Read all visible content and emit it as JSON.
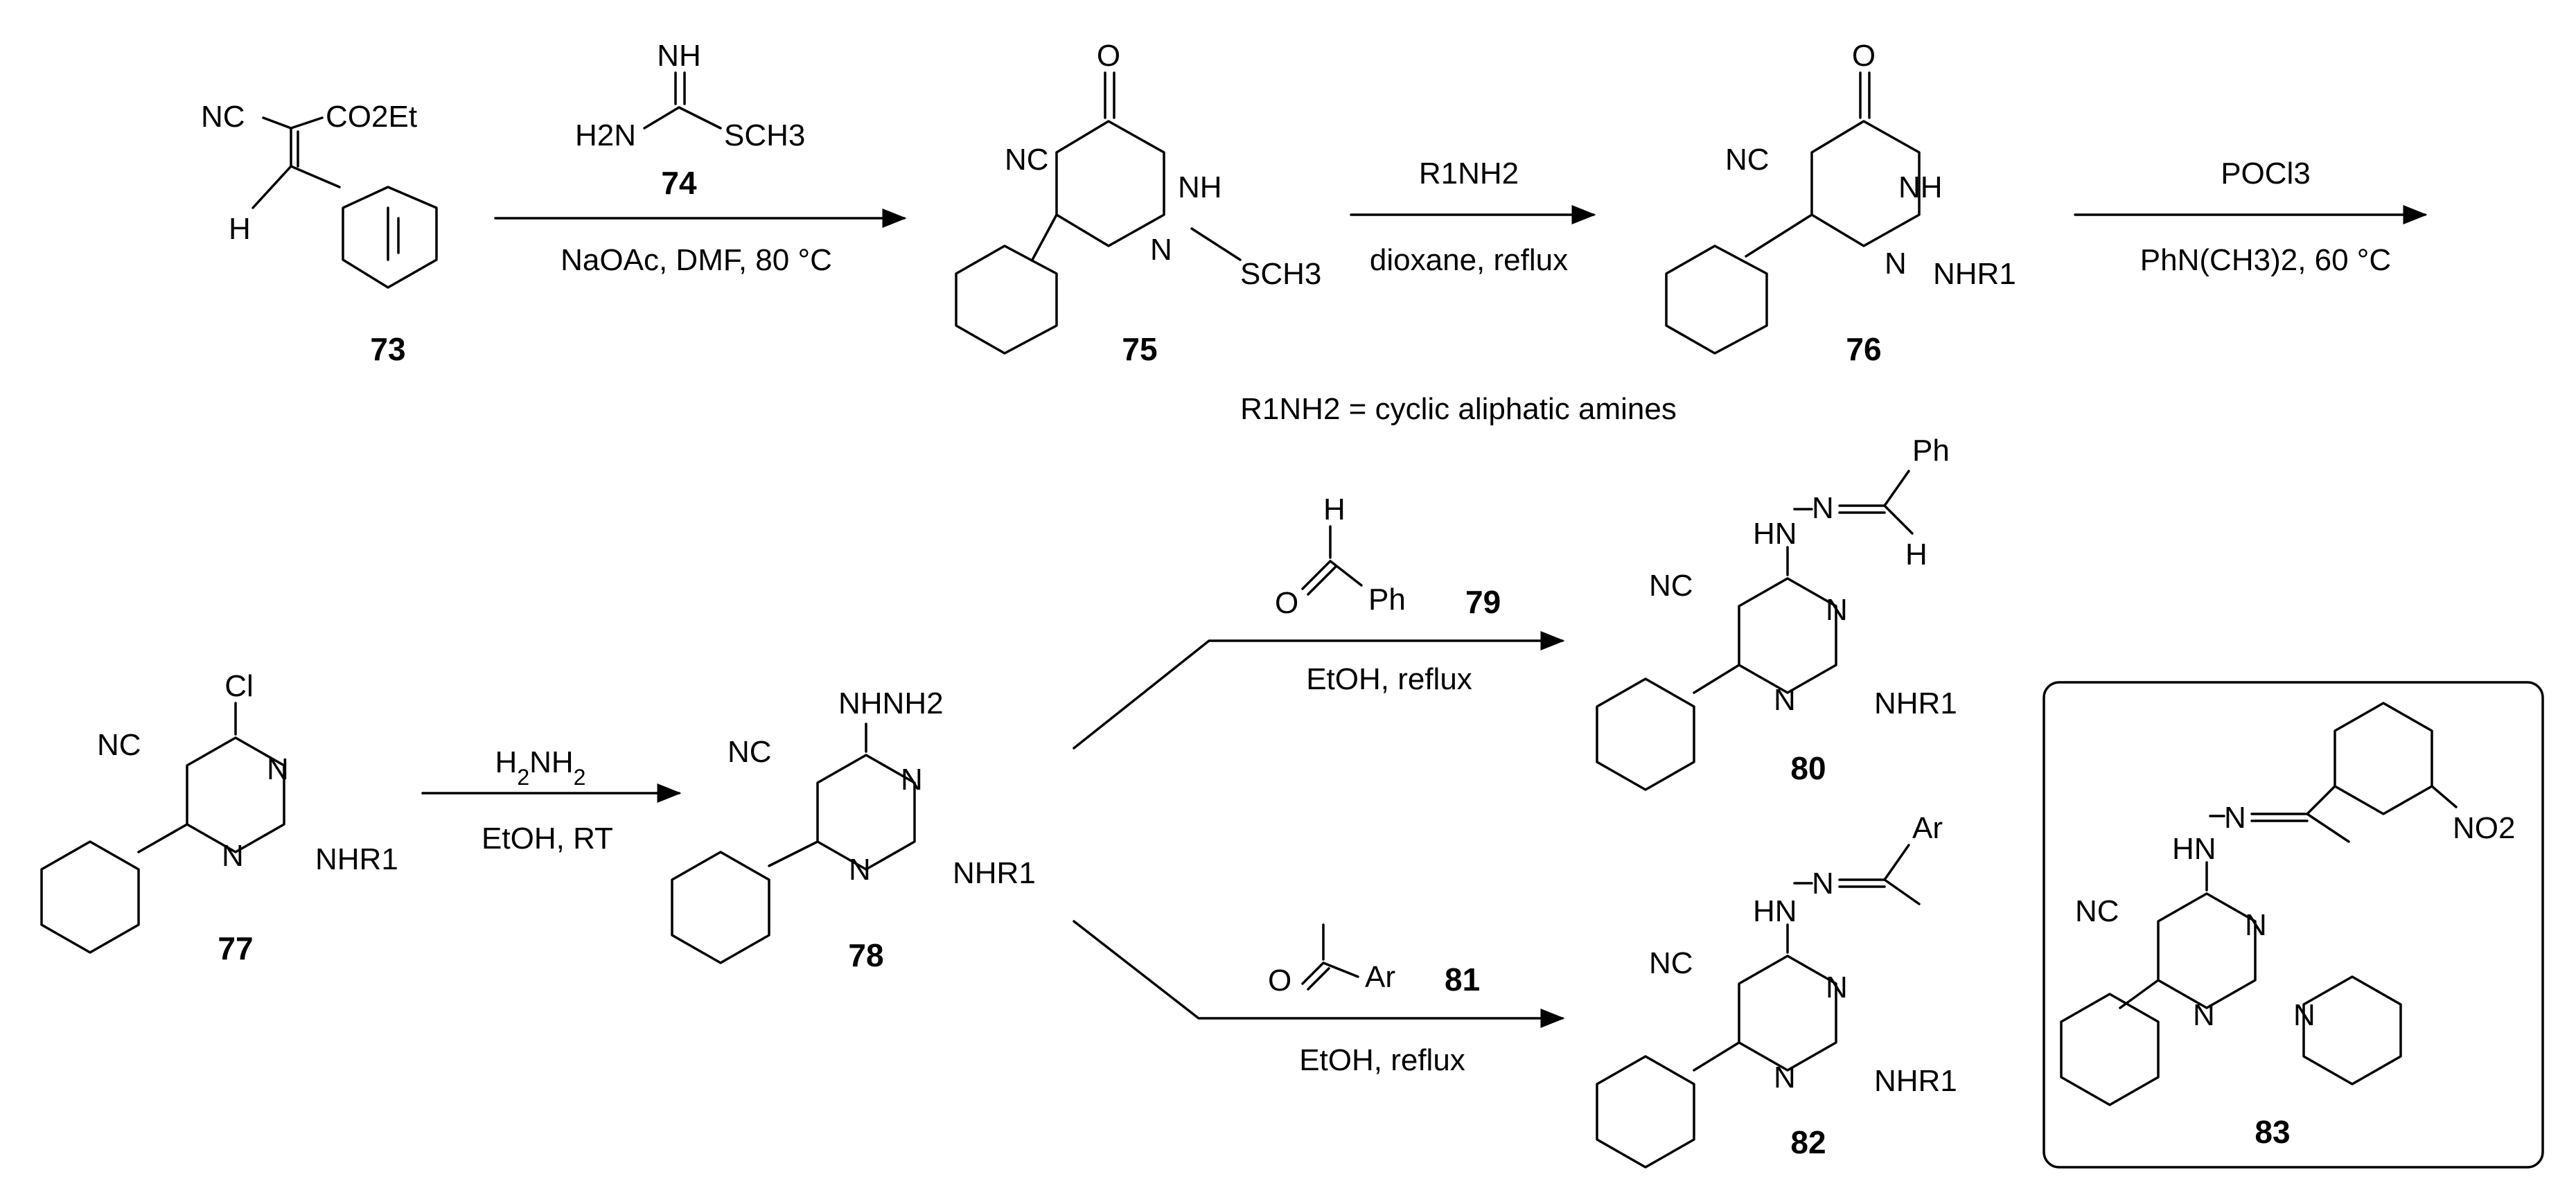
{
  "compounds": {
    "c73": "73",
    "c74": "74",
    "c75": "75",
    "c76": "76",
    "c77": "77",
    "c78": "78",
    "c79": "79",
    "c80": "80",
    "c81": "81",
    "c82": "82",
    "c83": "83"
  },
  "atoms": {
    "NC": "NC",
    "CO2Et": "CO2Et",
    "H": "H",
    "NH": "NH",
    "H2N": "H2N",
    "SCH3": "SCH3",
    "O": "O",
    "N": "N",
    "NHR1": "NHR1",
    "Cl": "Cl",
    "NHNH2": "NHNH2",
    "HN": "HN",
    "Ph": "Ph",
    "Ar": "Ar",
    "NO2": "NO2"
  },
  "reagents": {
    "step1_conditions": "NaOAc, DMF, 80 °C",
    "step2_reagent": "R1NH2",
    "step2_conditions": "dioxane, reflux",
    "step2_note": "R1NH2 = cyclic aliphatic amines",
    "step3_reagent": "POCl3",
    "step3_conditions": "PhN(CH3)2, 60 °C",
    "step4_reagent": "H2NH2",
    "step4_conditions": "EtOH, RT",
    "step5_conditions": "EtOH, reflux",
    "step6_conditions": "EtOH, reflux"
  },
  "colors": {
    "ink": "#000000",
    "background": "#ffffff"
  }
}
